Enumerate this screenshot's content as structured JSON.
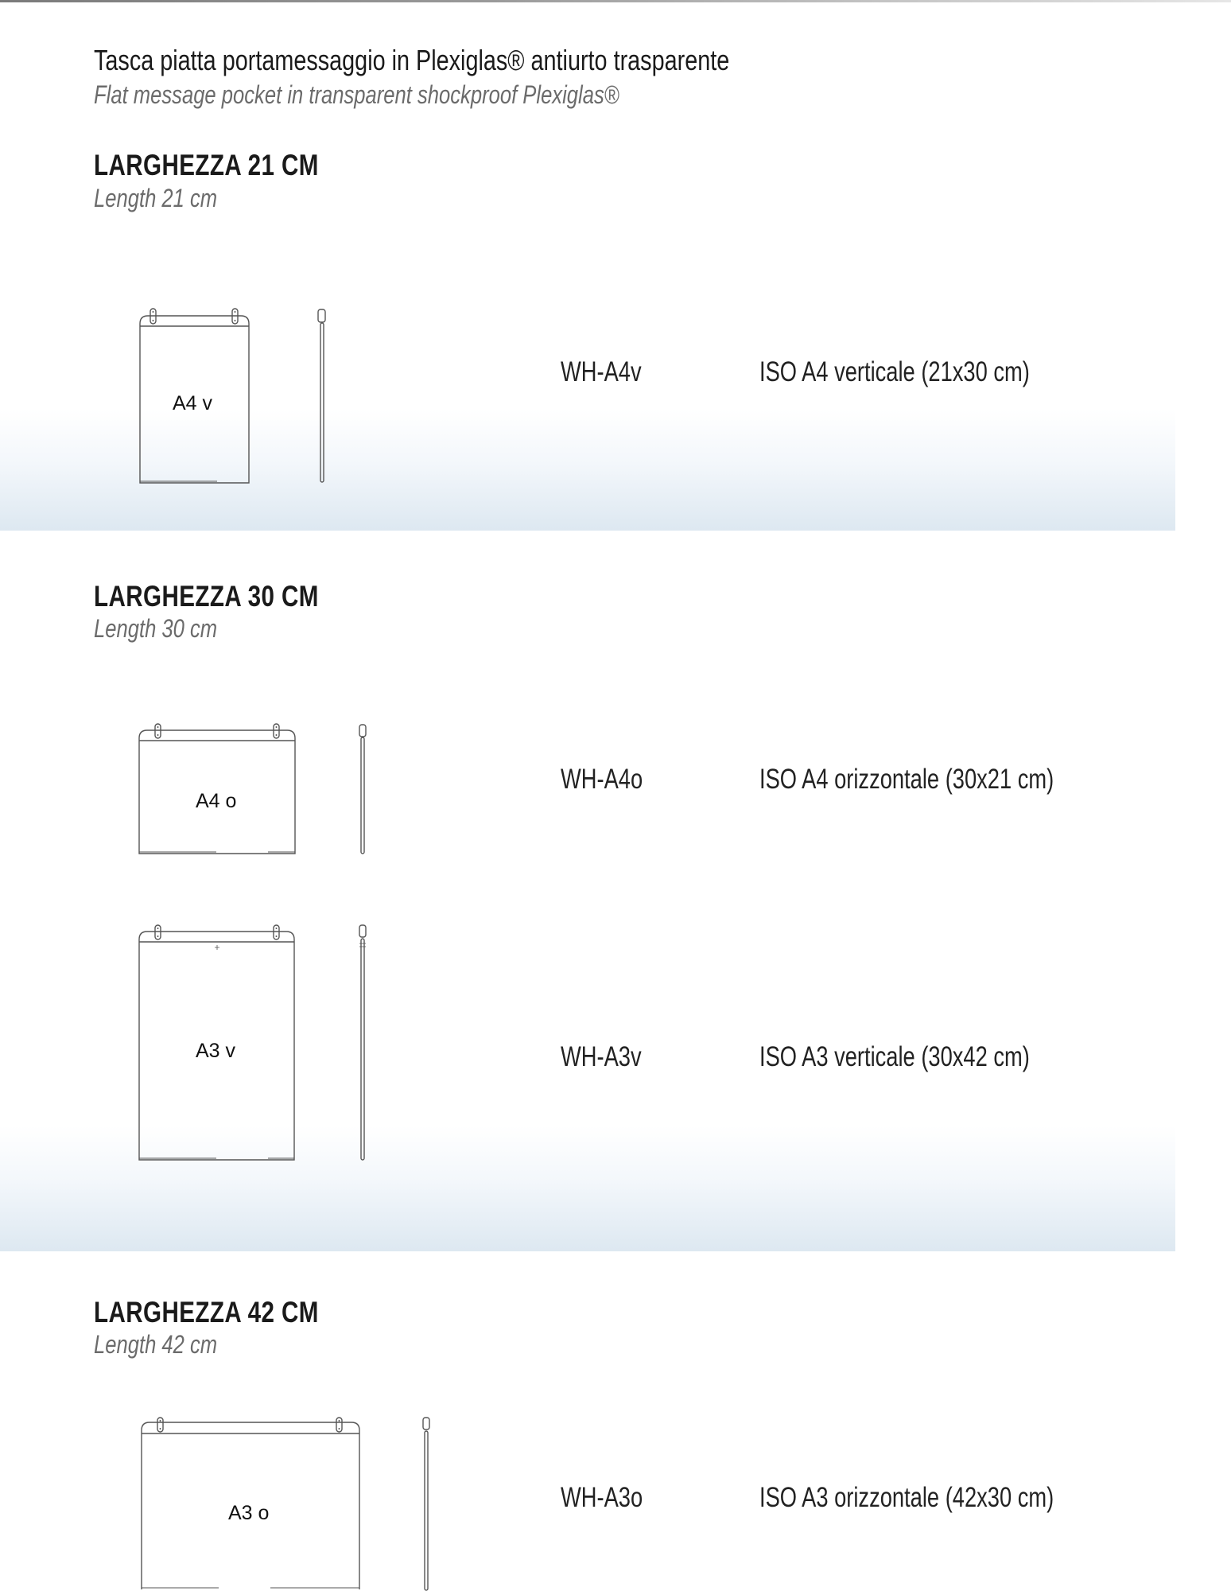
{
  "header": {
    "title": "Tasca piatta portamessaggio in Plexiglas® antiurto trasparente",
    "subtitle": "Flat message pocket in transparent shockproof Plexiglas®"
  },
  "sections": [
    {
      "heading": "LARGHEZZA 21 CM",
      "sublabel": "Length 21 cm",
      "products": [
        {
          "drawing_label": "A4 v",
          "code": "WH-A4v",
          "description": "ISO A4 verticale (21x30 cm)"
        }
      ]
    },
    {
      "heading": "LARGHEZZA 30 CM",
      "sublabel": "Length 30 cm",
      "products": [
        {
          "drawing_label": "A4 o",
          "code": "WH-A4o",
          "description": "ISO A4 orizzontale (30x21 cm)"
        },
        {
          "drawing_label": "A3 v",
          "code": "WH-A3v",
          "description": "ISO A3 verticale (30x42 cm)"
        }
      ]
    },
    {
      "heading": "LARGHEZZA 42 CM",
      "sublabel": "Length 42 cm",
      "products": [
        {
          "drawing_label": "A3 o",
          "code": "WH-A3o",
          "description": "ISO A3 orizzontale (42x30 cm)"
        }
      ]
    }
  ],
  "colors": {
    "band_gradient_end": "#dde8f1",
    "heading": "#1a1a1a",
    "subtext": "#6b6b6b",
    "stroke": "#555555"
  }
}
